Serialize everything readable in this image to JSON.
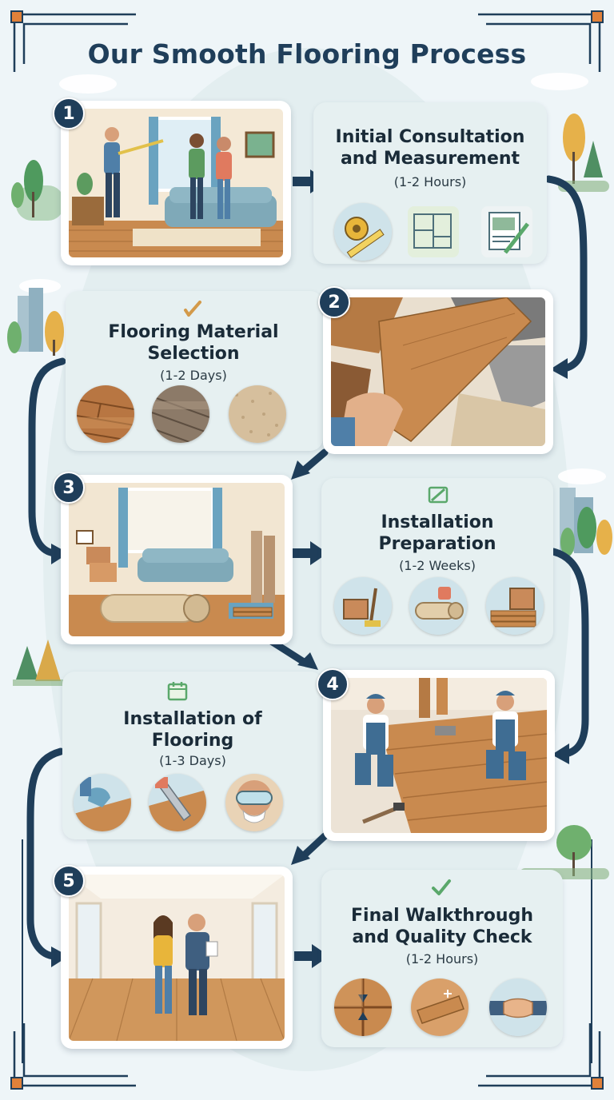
{
  "title": "Our Smooth Flooring Process",
  "colors": {
    "navy": "#1f3e5a",
    "card": "#e6f0f1",
    "wood": "#c98a4f",
    "check_green": "#5aa86b"
  },
  "steps": [
    {
      "number": "1",
      "title_line1": "Initial Consultation",
      "title_line2": "and Measurement",
      "duration": "(1-2 Hours)",
      "icons": [
        "tape-measure-icon",
        "floor-plan-icon",
        "sketch-notes-icon"
      ]
    },
    {
      "number": "2",
      "title_line1": "Flooring Material",
      "title_line2": "Selection",
      "duration": "(1-2 Days)",
      "icons": [
        "hardwood-sample-icon",
        "laminate-sample-icon",
        "carpet-sample-icon"
      ],
      "header_icon": "pencil-check-icon"
    },
    {
      "number": "3",
      "title_line1": "Installation",
      "title_line2": "Preparation",
      "duration": "(1-2 Weeks)",
      "icons": [
        "cleanup-tools-icon",
        "underlayment-roll-icon",
        "material-boxes-icon"
      ],
      "header_icon": "wrench-calendar-icon"
    },
    {
      "number": "4",
      "title_line1": "Installation of",
      "title_line2": "Flooring",
      "duration": "(1-3 Days)",
      "icons": [
        "hand-placing-plank-icon",
        "saw-cutting-icon",
        "safety-gear-icon"
      ],
      "header_icon": "calendar-icon"
    },
    {
      "number": "5",
      "title_line1": "Final Walkthrough",
      "title_line2": "and Quality Check",
      "duration": "(1-2 Hours)",
      "icons": [
        "seam-check-icon",
        "finish-shine-icon",
        "handshake-icon"
      ],
      "header_icon": "checkmark-icon"
    }
  ]
}
